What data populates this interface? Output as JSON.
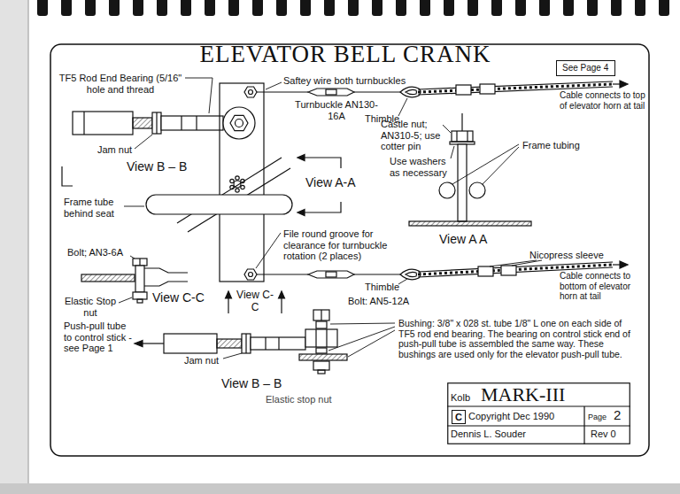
{
  "diagram": {
    "title": "ELEVATOR BELL CRANK",
    "nodes": [
      {
        "text": [
          "See Page 4"
        ]
      },
      {
        "text": [
          "Kolb",
          "MARK-III",
          "C",
          "Copyright Dec 1990",
          "Page",
          "2",
          "Dennis L. Souder",
          "Rev 0"
        ]
      }
    ],
    "labels": [
      "TF5 Rod End Bearing (5/16\" hole and thread",
      "Saftey wire both turnbuckles",
      "Turnbuckle AN130-16A",
      "Thimble",
      "Cable connects to top of elevator horn at tail",
      "Jam nut",
      "View B – B",
      "Castle nut; AN310-5; use cotter pin",
      "Frame tubing",
      "Use washers as necessary",
      "View A-A",
      "Frame tube behind seat",
      "View A A",
      "Nicopress sleeve",
      "File round groove for clearance for turnbuckle rotation (2 places)",
      "Bolt; AN3-6A",
      "View C-C",
      "Elastic Stop nut",
      "View C-C",
      "Thimble",
      "Bolt: AN5-12A",
      "Cable connects to bottom of elevator horn at tail",
      "Push-pull tube to control stick - see Page 1",
      "Jam nut",
      "View B – B",
      "Bushing: 3/8\" x 028 st. tube 1/8\" L one on each side of TF5 rod end bearing. The bearing on control stick end of push-pull tube is assembled the same way. These bushings are used only for the elevator push-pull tube.",
      "Elastic stop nut"
    ]
  }
}
